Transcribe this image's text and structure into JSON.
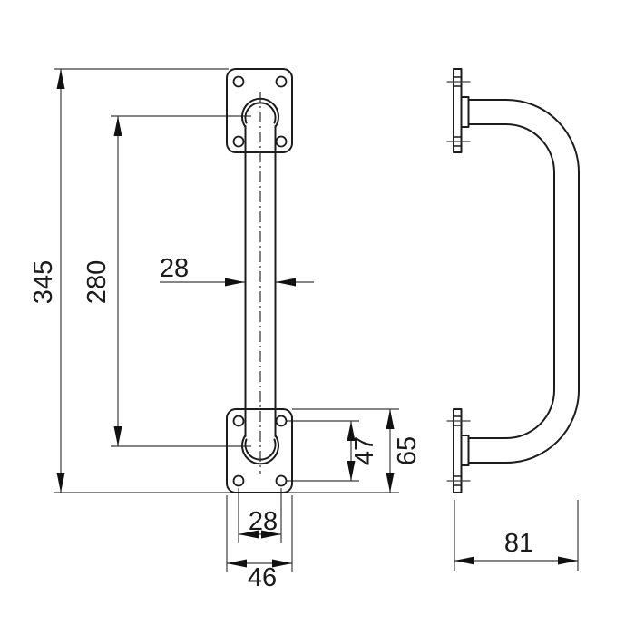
{
  "drawing": {
    "kind": "technical-drawing",
    "subject": "Wall-mounted grab rail / pull handle, two orthographic views with dimensions",
    "units": "mm",
    "background_color": "#ffffff",
    "object_line_color": "#1c1c1c",
    "dimension_line_color": "#3c3c3c",
    "centerline_color": "#2b2b2b",
    "arrow_color": "#111111",
    "dimensions": {
      "overall_height": "345",
      "hole_centres_height": "280",
      "tube_diameter": "28",
      "flange_hole_spacing_vertical": "47",
      "flange_height": "65",
      "flange_hole_spacing_horizontal": "28",
      "flange_width": "46",
      "wall_projection": "81"
    }
  }
}
